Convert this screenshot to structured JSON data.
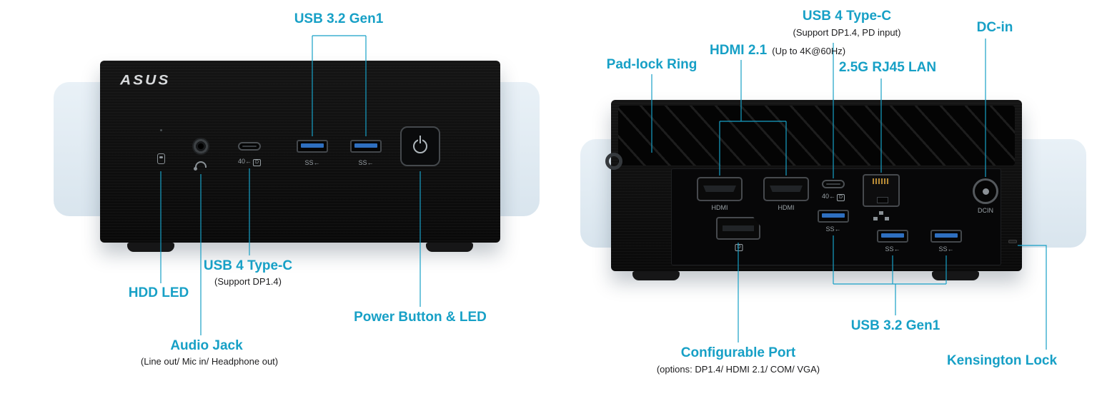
{
  "colors": {
    "accent": "#17a0c6",
    "usb_blue": "#2e6fc0"
  },
  "front": {
    "logo": "ASUS",
    "callouts": {
      "usb32": {
        "label": "USB 3.2 Gen1"
      },
      "hdd": {
        "label": "HDD LED"
      },
      "audio": {
        "label": "Audio Jack",
        "sub": "(Line out/ Mic in/ Headphone out)"
      },
      "usb4": {
        "label": "USB 4 Type-C",
        "sub": "(Support DP1.4)"
      },
      "power": {
        "label": "Power Button & LED"
      }
    },
    "glyphs": {
      "ss": "SS←",
      "usb4_speed": "40←",
      "dp_badge": "D"
    }
  },
  "rear": {
    "callouts": {
      "padlock": {
        "label": "Pad-lock Ring"
      },
      "hdmi": {
        "label": "HDMI 2.1",
        "sub": "(Up to 4K@60Hz)"
      },
      "usb4": {
        "label": "USB 4 Type-C",
        "sub": "(Support DP1.4, PD input)"
      },
      "lan": {
        "label": "2.5G RJ45 LAN"
      },
      "dcin": {
        "label": "DC-in"
      },
      "configurable": {
        "label": "Configurable Port",
        "sub": "(options: DP1.4/ HDMI 2.1/ COM/ VGA)"
      },
      "usb32": {
        "label": "USB 3.2 Gen1"
      },
      "kensington": {
        "label": "Kensington Lock"
      }
    },
    "glyphs": {
      "hdmi_1": "HDMI",
      "hdmi_2": "HDMI",
      "dcin": "DCIN",
      "ss": "SS←",
      "usb4_speed": "40←",
      "dp_badge": "D"
    }
  }
}
